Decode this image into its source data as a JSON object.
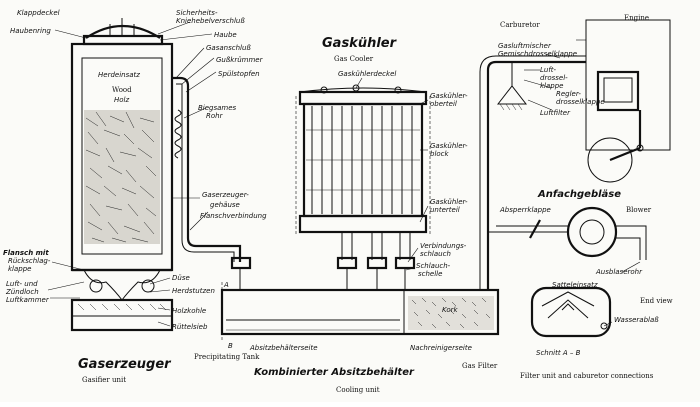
{
  "labels": {
    "klappdeckel": "Klappdeckel",
    "haubenring": "Haubenring",
    "sicherheits": "Sicherheits-",
    "kniehebelverschluss": "Kniehebelverschluß",
    "haube": "Haube",
    "gasanschluss": "Gasanschluß",
    "gusskruemmer": "Gußkrümmer",
    "spulstopfen": "Spülstopfen",
    "herdeinsatz": "Herdeinsatz",
    "wood": "Wood",
    "holz": "Holz",
    "biegsames": "Biegsames",
    "rohr": "Rohr",
    "gaserzeuger_gehaeuse_1": "Gaserzeuger-",
    "gaserzeuger_gehaeuse_2": "gehäuse",
    "flanschverbindung": "Flanschverbindung",
    "flansch_mit_1": "Flansch mit",
    "flansch_mit_2": "Rückschlag-",
    "flansch_mit_3": "klappe",
    "luft_und_1": "Luft- und",
    "luft_und_2": "Zündloch",
    "luftkammer": "Luftkammer",
    "duse": "Düse",
    "herdstutzen": "Herdstutzen",
    "holzkohle": "Holzkohle",
    "ruttelsieb": "Rüttelsieb",
    "a_marker": "A",
    "b_marker": "B",
    "gaserzeuger": "Gaserzeuger",
    "gasifier_unit": "Gasifier unit",
    "precipitating_tank": "Precipitating Tank",
    "gaskuehler": "Gaskühler",
    "gas_cooler": "Gas Cooler",
    "gaskuehlerdeckel": "Gaskühlerdeckel",
    "gaskuehler_oberteil_1": "Gaskühler-",
    "gaskuehler_oberteil_2": "oberteil",
    "gaskuehler_block_1": "Gaskühler-",
    "gaskuehler_block_2": "block",
    "gaskuehler_unterteil_1": "Gaskühler-",
    "gaskuehler_unterteil_2": "unterteil",
    "verbindungs_1": "Verbindungs-",
    "verbindungs_2": "schlauch",
    "schlauch_1": "Schlauch-",
    "schlauch_2": "schelle",
    "kork": "Kork",
    "absitzbehaelterseite": "Absitzbehälterseite",
    "nachreinigerseite": "Nachreinigerseite",
    "kombinierter": "Kombinierter Absitzbehälter",
    "cooling_unit": "Cooling unit",
    "gas_filter": "Gas Filter",
    "carburetor": "Carburetor",
    "engine": "Engine",
    "gasluftmischer_1": "Gasluftmischer",
    "gasluftmischer_2": "Gemischdrosselklappe",
    "luft_drossel_1": "Luft-",
    "luft_drossel_2": "drossel-",
    "luft_drossel_3": "klappe",
    "regler_1": "Regler-",
    "regler_2": "drosselklappe",
    "luftfilter": "Luftfilter",
    "anfachgeblaese": "Anfachgebläse",
    "absperrklappe": "Absperrklappe",
    "blower": "Blower",
    "ausblaserohr": "Ausblaserohr",
    "satteleinsatz": "Satteleinsatz",
    "end_view": "End view",
    "wasserablass": "Wasserablaß",
    "schnitt": "Schnitt A – B",
    "filter_unit": "Filter unit and caburetor connections"
  }
}
